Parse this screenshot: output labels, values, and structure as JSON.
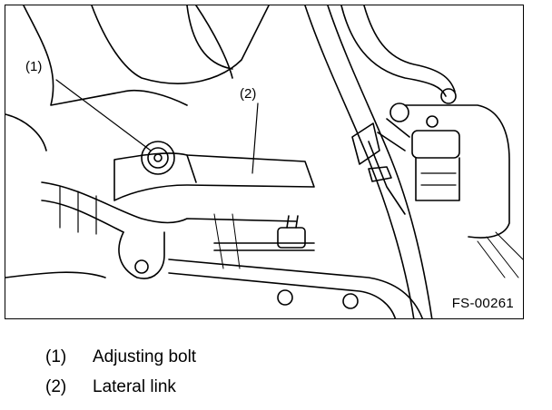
{
  "figure": {
    "callouts": [
      {
        "id": "1",
        "label": "(1)"
      },
      {
        "id": "2",
        "label": "(2)"
      }
    ],
    "figure_code": "FS-00261"
  },
  "legend": {
    "items": [
      {
        "number": "(1)",
        "text": "Adjusting bolt"
      },
      {
        "number": "(2)",
        "text": "Lateral link"
      }
    ]
  }
}
